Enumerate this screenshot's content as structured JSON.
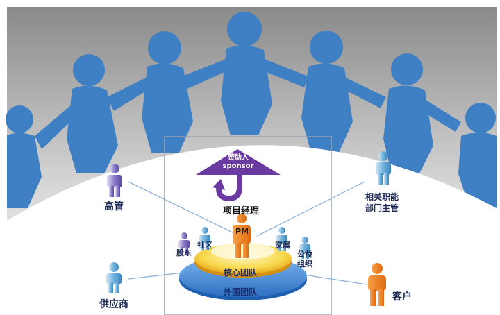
{
  "umbrella": {
    "line1": "赞助人",
    "line2": "sponsor"
  },
  "center": {
    "pm_title": "项目经理",
    "pm_badge": "PM"
  },
  "rings": {
    "core": "核心团队",
    "outer": "外围团队"
  },
  "stakeholders": {
    "gaoguan": "高管",
    "xiangguan": [
      "相关职能",
      "部门主管"
    ],
    "gongyingshang": "供应商",
    "kehu": "客户",
    "gudong": "股东",
    "shequ": "社区",
    "jiashu": "家属",
    "gongyi": [
      "公益",
      "组织"
    ]
  },
  "colors": {
    "crowd_blue": "#3f7fc4",
    "umbrella_purple": "#6b3aa0",
    "pm_orange": "#f07d1a",
    "ring_yellow": "#f7d84c",
    "ring_blue": "#3e86d6"
  }
}
